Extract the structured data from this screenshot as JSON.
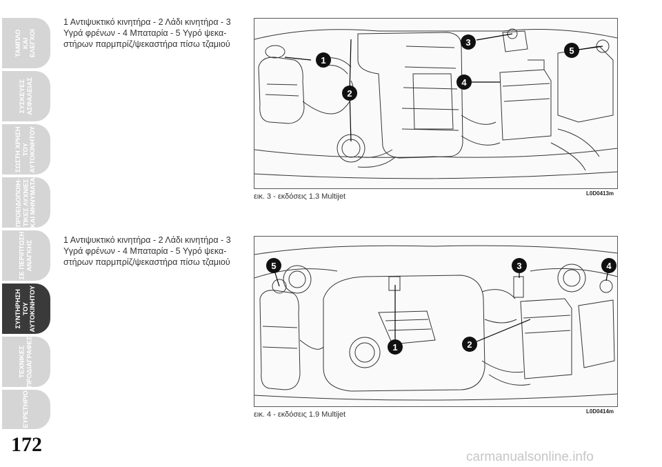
{
  "side_tabs": [
    {
      "lines": [
        "ΤΑΜΠΛΟ",
        "ΚΑΙ",
        "ΕΛΕΓΧΟΙ"
      ],
      "active": false
    },
    {
      "lines": [
        "ΣΥΣΚΕΥΕΣ",
        "ΑΣΦΑΛΕΙΑΣ"
      ],
      "active": false
    },
    {
      "lines": [
        "ΣΩΣΤΗ ΧΡΗΣΗ",
        "ΤΟΥ",
        "ΑΥΤΟΚΙΝΗΤΟΥ"
      ],
      "active": false
    },
    {
      "lines": [
        "ΠΡΟΕΙΔΟΠΟΙΗ-",
        "ΤΙΚΕΣ ΛΥΧΝΙΕΣ",
        "ΚΑΙ ΜΗΝΥΜΑΤΑ"
      ],
      "active": false
    },
    {
      "lines": [
        "ΣΕ ΠΕΡΙΠΤΩΣΗ",
        "ΑΝΑΓΚΗΣ"
      ],
      "active": false
    },
    {
      "lines": [
        "ΣΥΝΤΗΡΗΣΗ",
        "ΤΟΥ",
        "ΑΥΤΟΚΙΝΗΤΟΥ"
      ],
      "active": true
    },
    {
      "lines": [
        "ΤΕΧΝΙΚΕΣ",
        "ΠΡΟΔΙΑΓΡΑΦΕΣ"
      ],
      "active": false
    },
    {
      "lines": [
        "ΕΥΡΕΤΗΡΙΟ"
      ],
      "active": false
    }
  ],
  "page_number": "172",
  "sections": [
    {
      "text_lines": [
        "1 Αντιψυκτικό κινητήρα - 2 Λάδι κινητήρα - 3",
        "Υγρά φρένων - 4 Μπαταρία - 5 Υγρό ψεκα-",
        "στήρων παρμπρίζ/ψεκαστήρα πίσω τζαμιού"
      ],
      "caption": "εικ. 3 - εκδόσεις 1.3 Multijet",
      "code": "L0D0413m",
      "callouts": [
        "1",
        "2",
        "3",
        "4",
        "5"
      ]
    },
    {
      "text_lines": [
        "1 Αντιψυκτικό κινητήρα - 2 Λάδι κινητήρα - 3",
        "Υγρά φρένων - 4 Μπαταρία - 5 Υγρό ψεκα-",
        "στήρων παρμπρίζ/ψεκαστήρα πίσω τζαμιού"
      ],
      "caption": "εικ. 4 - εκδόσεις 1.9 Multijet",
      "code": "L0D0414m",
      "callouts": [
        "1",
        "2",
        "3",
        "4",
        "5"
      ]
    }
  ],
  "watermark": "carmanualsonline.info"
}
